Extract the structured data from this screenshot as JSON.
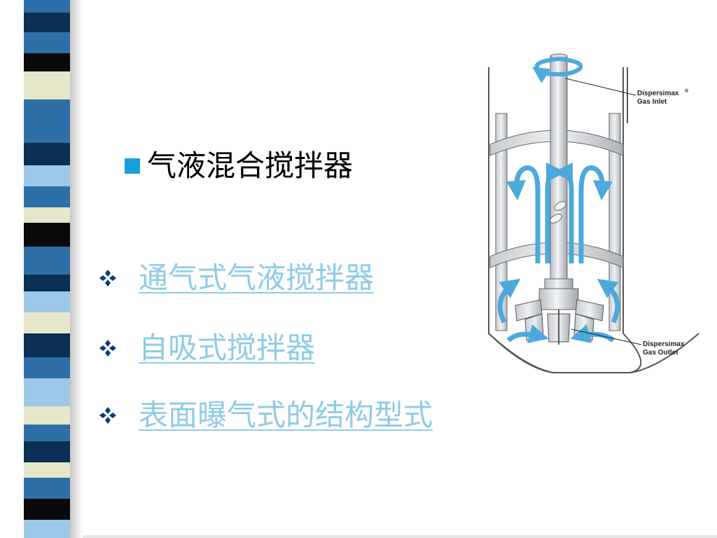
{
  "slide": {
    "title": "气液混合搅拌器",
    "items": [
      {
        "label": "通气式气液搅拌器"
      },
      {
        "label": "自吸式搅拌器"
      },
      {
        "label": "表面曝气式的结构型式"
      }
    ]
  },
  "figure": {
    "inlet_label_line1": "Dispersimax",
    "inlet_label_line2": "Gas Inlet",
    "outlet_label_line1": "Dispersimax",
    "outlet_label_line2": "Gas Outlet",
    "registered_mark": "®"
  },
  "colors": {
    "title_bullet": "#1aa0d8",
    "link_text": "#8fcbe6",
    "flow_arrow": "#4ba9dc",
    "strip_dark": "#0a2f52",
    "strip_mid": "#2f6fa8",
    "strip_light": "#9ec8e8",
    "strip_cream": "#e6e6c8",
    "strip_black": "#0a0a0a"
  }
}
